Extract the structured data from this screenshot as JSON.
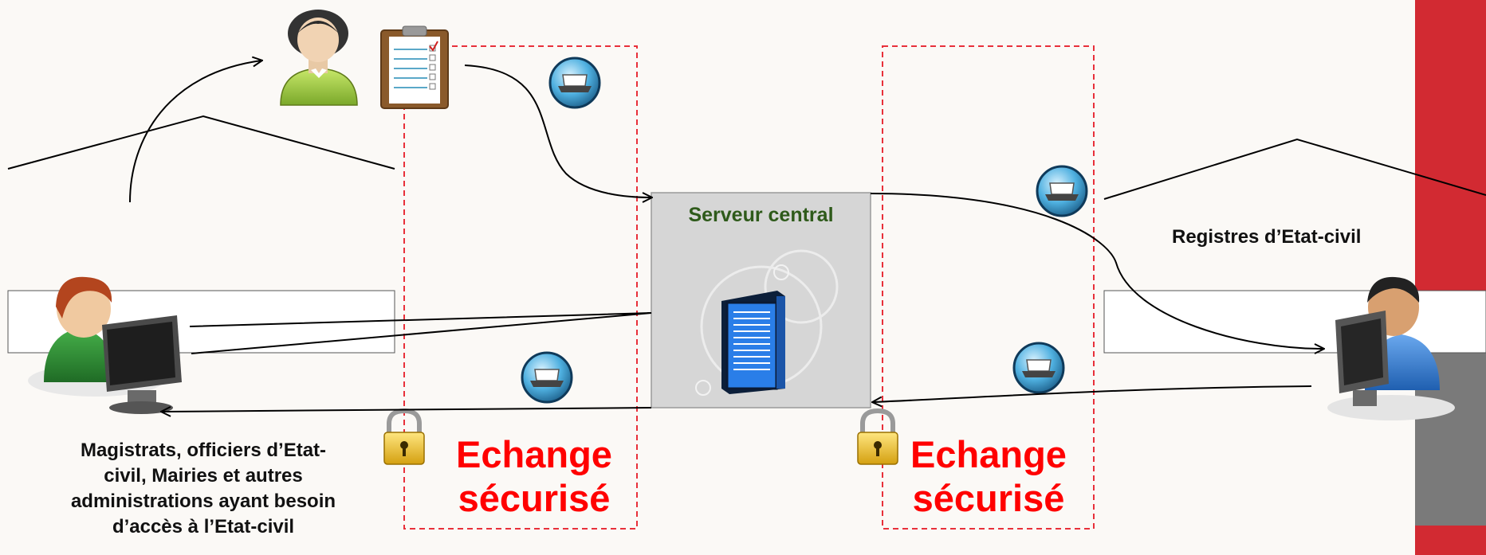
{
  "server": {
    "title": "Serveur central"
  },
  "registry": {
    "label": "Registres d’Etat-civil"
  },
  "users": {
    "caption_lines": [
      "Magistrats, officiers d’Etat-",
      "civil, Mairies et autres",
      "administrations ayant besoin",
      "d’accès à l’Etat-civil"
    ]
  },
  "secure_zones": [
    {
      "line1": "Echange",
      "line2": "sécurisé"
    },
    {
      "line1": "Echange",
      "line2": "sécurisé"
    }
  ],
  "colors": {
    "accent_red": "#ff0000",
    "dashed_border": "#e8303a",
    "side_band_red": "#d22a32",
    "side_band_gray": "#7a7a7a",
    "server_text": "#2e5a1a"
  },
  "icons": [
    "person-with-clipboard-icon",
    "clipboard-icon",
    "laptop-badge-icon",
    "server-rack-icon",
    "padlock-icon",
    "user-at-computer-icon"
  ]
}
